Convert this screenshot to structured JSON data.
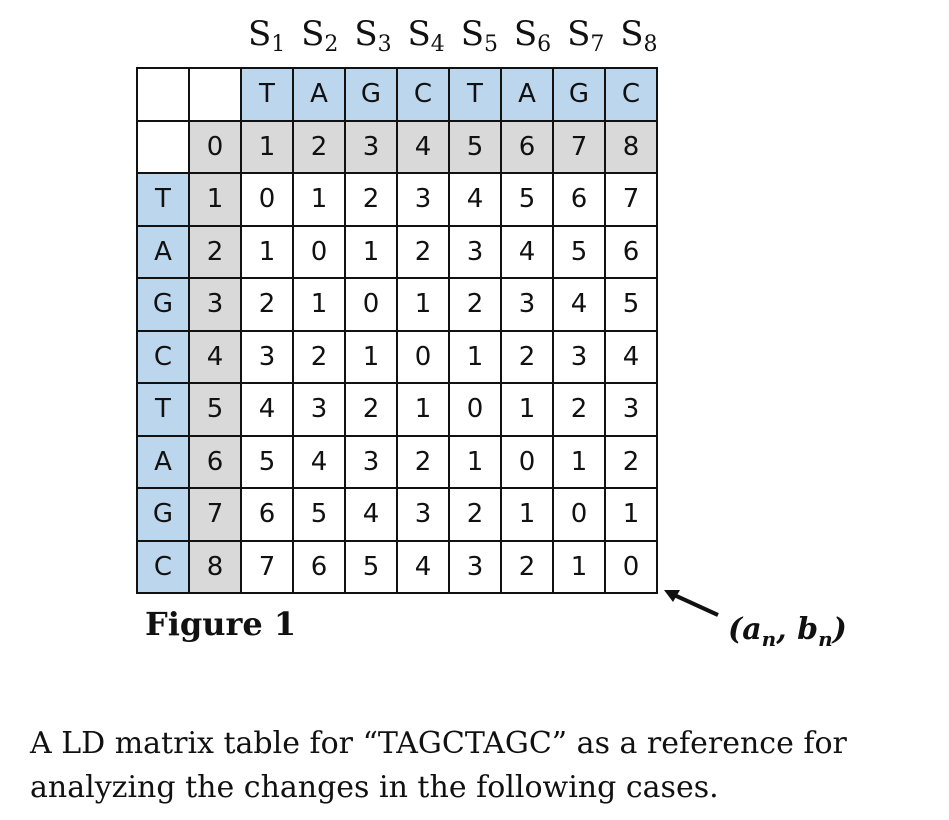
{
  "s_labels": [
    {
      "base": "S",
      "sub": "1"
    },
    {
      "base": "S",
      "sub": "2"
    },
    {
      "base": "S",
      "sub": "3"
    },
    {
      "base": "S",
      "sub": "4"
    },
    {
      "base": "S",
      "sub": "5"
    },
    {
      "base": "S",
      "sub": "6"
    },
    {
      "base": "S",
      "sub": "7"
    },
    {
      "base": "S",
      "sub": "8"
    }
  ],
  "matrix": {
    "col_letters": [
      "T",
      "A",
      "G",
      "C",
      "T",
      "A",
      "G",
      "C"
    ],
    "col_indices": [
      "0",
      "1",
      "2",
      "3",
      "4",
      "5",
      "6",
      "7",
      "8"
    ],
    "rows": [
      {
        "letter": "T",
        "index": "1",
        "values": [
          "0",
          "1",
          "2",
          "3",
          "4",
          "5",
          "6",
          "7"
        ]
      },
      {
        "letter": "A",
        "index": "2",
        "values": [
          "1",
          "0",
          "1",
          "2",
          "3",
          "4",
          "5",
          "6"
        ]
      },
      {
        "letter": "G",
        "index": "3",
        "values": [
          "2",
          "1",
          "0",
          "1",
          "2",
          "3",
          "4",
          "5"
        ]
      },
      {
        "letter": "C",
        "index": "4",
        "values": [
          "3",
          "2",
          "1",
          "0",
          "1",
          "2",
          "3",
          "4"
        ]
      },
      {
        "letter": "T",
        "index": "5",
        "values": [
          "4",
          "3",
          "2",
          "1",
          "0",
          "1",
          "2",
          "3"
        ]
      },
      {
        "letter": "A",
        "index": "6",
        "values": [
          "5",
          "4",
          "3",
          "2",
          "1",
          "0",
          "1",
          "2"
        ]
      },
      {
        "letter": "G",
        "index": "7",
        "values": [
          "6",
          "5",
          "4",
          "3",
          "2",
          "1",
          "0",
          "1"
        ]
      },
      {
        "letter": "C",
        "index": "8",
        "values": [
          "7",
          "6",
          "5",
          "4",
          "3",
          "2",
          "1",
          "0"
        ]
      }
    ]
  },
  "figure_label": "Figure 1",
  "corner_label": {
    "open": "(",
    "a": "a",
    "a_sub": "n",
    "sep": ", ",
    "b": "b",
    "b_sub": "n",
    "close": ")"
  },
  "caption": "A LD matrix table for “TAGCTAGC” as a reference for analyzing the changes in the following cases."
}
